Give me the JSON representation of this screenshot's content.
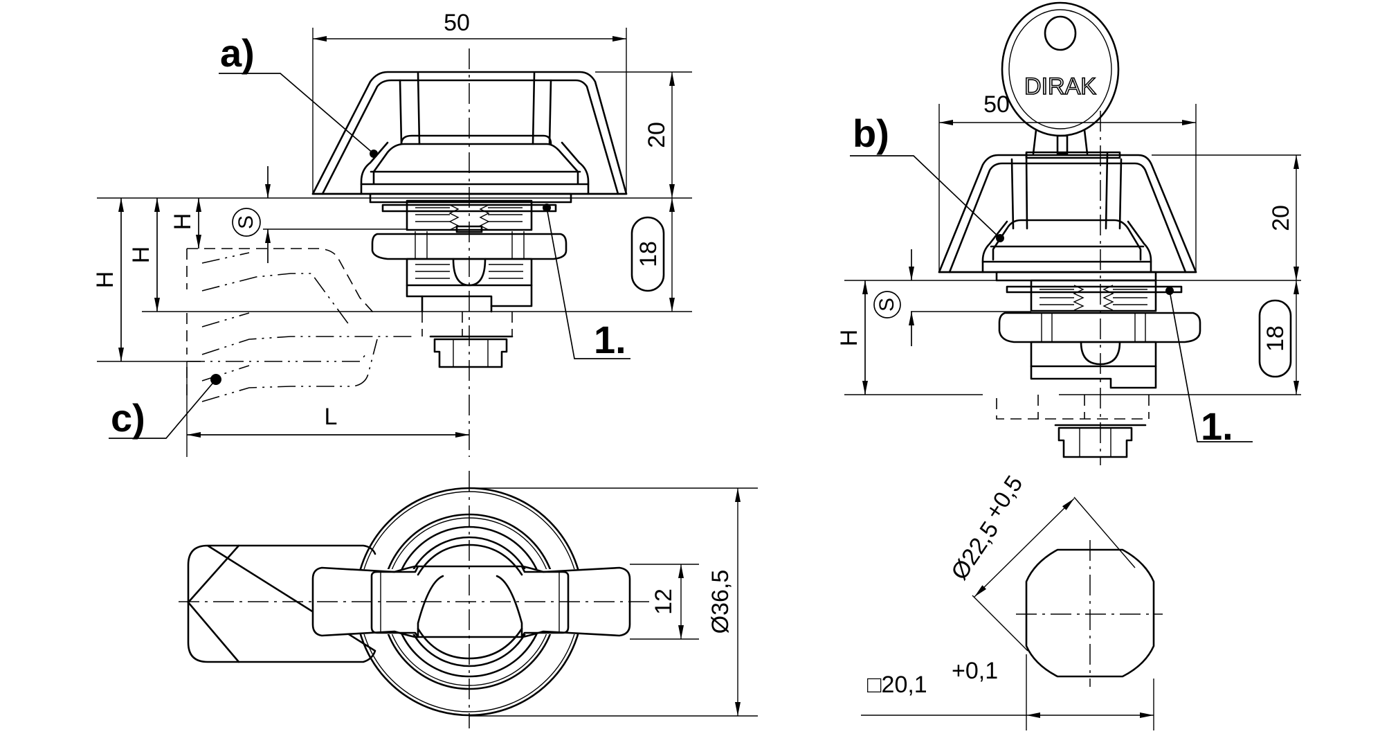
{
  "drawing": {
    "title": "Swing handle lock technical drawing",
    "callouts": {
      "a": "a)",
      "b": "b)",
      "c": "c)",
      "part1_left": "1.",
      "part1_right": "1."
    },
    "left_side_view": {
      "width_dim": "50",
      "handle_height_dim": "20",
      "body_length_dim": "18",
      "thickness_symbol": "S",
      "height_labels": [
        "H",
        "H",
        "H"
      ],
      "cam_length_label": "L"
    },
    "right_side_view": {
      "key_brand": "DIRAK",
      "width_dim": "50",
      "handle_height_dim": "20",
      "body_length_dim": "18",
      "thickness_symbol": "S",
      "height_label": "H"
    },
    "top_view": {
      "bar_width_dim": "12",
      "ring_diameter_dim": "Ø36,5"
    },
    "cutout_view": {
      "diameter_dim": "Ø22,5",
      "diameter_tol": "+0,5",
      "square_dim": "□20,1",
      "square_tol": "+0,1"
    }
  }
}
